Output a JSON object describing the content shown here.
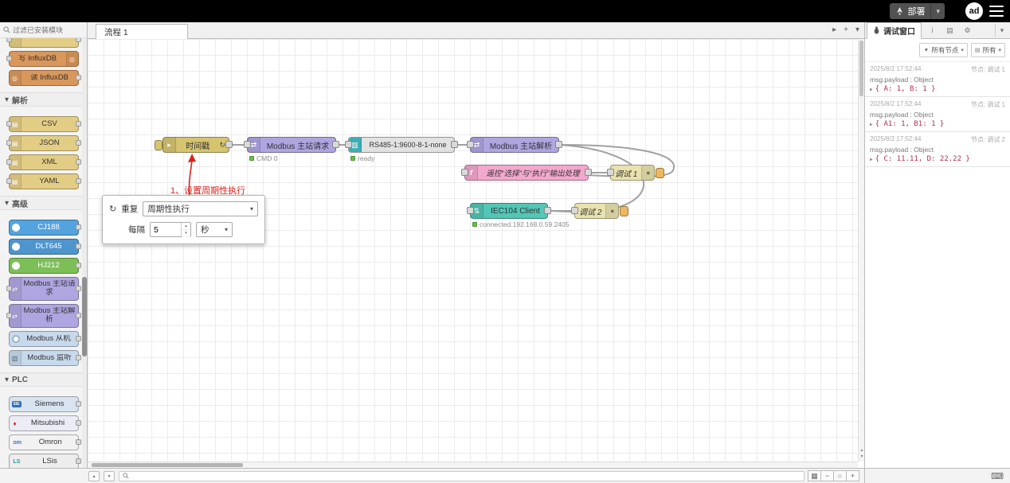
{
  "colors": {
    "header_bg": "#000000",
    "deploy_bg": "#515151",
    "grid_line": "#ececec",
    "node_inject": "#D6C46F",
    "node_modbus": "#AFA5E0",
    "node_serial": "#E2E2E2",
    "node_function": "#F3A8CE",
    "node_debug": "#EAE2AE",
    "node_iec104": "#53C6B5",
    "node_influx": "#D9975B",
    "node_parser": "#E3CD85",
    "node_cj188": "#53A3DE",
    "node_dlt645": "#4E95CE",
    "node_hj212": "#7CBF57",
    "node_modbus_slave": "#C7D9EC",
    "status_green": "#6bbf4b",
    "annotation_red": "#d9251d",
    "debug_value_red": "#b03050"
  },
  "icons": {
    "repeat": "↻",
    "caret_down": "▾",
    "chevron_down": "▾",
    "info": "i",
    "docs": "▤",
    "gear": "⚙",
    "funnel": "▼",
    "list": "▤",
    "grid": "▦",
    "minus": "−",
    "circle": "○",
    "plus": "+",
    "keyboard": "⌨",
    "play": "▸",
    "up": "▴",
    "down": "▾",
    "expand": "▶",
    "inject_arrow": "▸",
    "exchange": "⇄",
    "updown": "⇅",
    "file": "▤",
    "func_f": "f",
    "debug_glyph": "●",
    "serial_glyph": "▥"
  },
  "header": {
    "deploy_label": "部署",
    "logo_text": "ad"
  },
  "palette": {
    "search_placeholder": "过滤已安装模块",
    "categories": [
      {
        "label": "解析"
      },
      {
        "label": "高级"
      },
      {
        "label": "PLC"
      }
    ],
    "items": [
      {
        "label": "写 InfluxDB"
      },
      {
        "label": "读 InfluxDB"
      },
      {
        "label": "CSV"
      },
      {
        "label": "JSON"
      },
      {
        "label": "XML"
      },
      {
        "label": "YAML"
      },
      {
        "label": "CJ188"
      },
      {
        "label": "DLT645"
      },
      {
        "label": "HJ212"
      },
      {
        "label": "Modbus 主站请求"
      },
      {
        "label": "Modbus 主站解析"
      },
      {
        "label": "Modbus 从机"
      },
      {
        "label": "Modbus 监听"
      },
      {
        "label": "Siemens"
      },
      {
        "label": "Mitsubishi"
      },
      {
        "label": "Omron"
      },
      {
        "label": "LSis"
      }
    ],
    "badges": {
      "siemens": "SIE",
      "mitsubishi": "♦",
      "omron": "om",
      "lsis": "LS"
    }
  },
  "workspace": {
    "tab_label": "流程 1"
  },
  "flow": {
    "nodes": {
      "inject": {
        "label": "时间戳"
      },
      "modbus_request": {
        "label": "Modbus 主站请求",
        "status": "CMD 0"
      },
      "serial": {
        "label": "RS485-1:9600-8-1-none",
        "status": "ready"
      },
      "modbus_parse": {
        "label": "Modbus 主站解析"
      },
      "function": {
        "label": "遥控“选择”与“执行”输出处理"
      },
      "debug1": {
        "label": "调试 1"
      },
      "iec104": {
        "label": "IEC104 Client",
        "status": "connected.192.168.0.59.2405"
      },
      "debug2": {
        "label": "调试 2"
      }
    },
    "annotation": "1、设置周期性执行",
    "popup": {
      "repeat_label": "重复",
      "mode_value": "周期性执行",
      "every_label": "每隔",
      "interval_value": "5",
      "unit_value": "秒"
    }
  },
  "sidebar": {
    "title": "调试窗口",
    "filter_nodes": "所有节点",
    "filter_all": "所有",
    "messages": [
      {
        "time": "2025/8/2 17:52:44",
        "node": "节点: 调试 1",
        "prop": "msg.payload : Object",
        "payload": "{ A: 1, B: 1 }"
      },
      {
        "time": "2025/8/2 17:52:44",
        "node": "节点: 调试 1",
        "prop": "msg.payload : Object",
        "payload": "{ A1: 1, B1: 1 }"
      },
      {
        "time": "2025/8/2 17:52:44",
        "node": "节点: 调试 2",
        "prop": "msg.payload : Object",
        "payload": "{ C: 11.11, D: 22.22 }"
      }
    ]
  }
}
